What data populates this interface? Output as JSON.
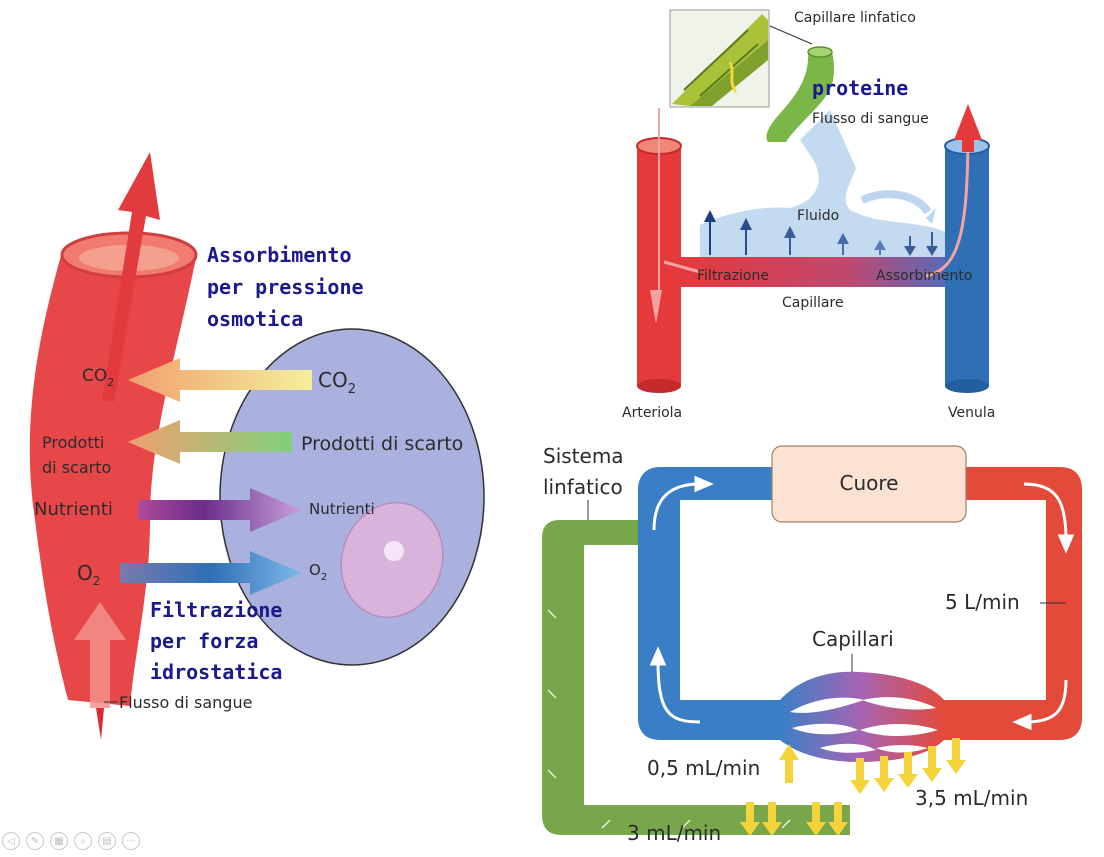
{
  "left_panel": {
    "absorption_note": [
      "Assorbimento",
      "per pressione",
      "osmotica"
    ],
    "filtration_note": [
      "Filtrazione",
      "per forza",
      "idrostatica"
    ],
    "vessel_labels": {
      "co2_main": "CO",
      "co2_sub": "2",
      "waste_line1": "Prodotti",
      "waste_line2": "di scarto",
      "nutrients": "Nutrienti",
      "o2_main": "O",
      "o2_sub": "2"
    },
    "cell_labels": {
      "co2_main": "CO",
      "co2_sub": "2",
      "waste": "Prodotti di scarto",
      "nutrients": "Nutrienti",
      "o2_main": "O",
      "o2_sub": "2"
    },
    "blood_flow": "Flusso di sangue",
    "colors": {
      "vessel": "#e8474a",
      "cell": "#aab1df"
    }
  },
  "top_right": {
    "lymph_capillary": "Capillare linfatico",
    "proteins": "proteine",
    "blood_flow": "Flusso di sangue",
    "fluid": "Fluido",
    "filtration": "Filtrazione",
    "absorption": "Assorbimento",
    "capillary": "Capillare",
    "arteriole": "Arteriola",
    "venule": "Venula",
    "colors": {
      "arteriole": "#e5393b",
      "venule": "#2f6fb6",
      "fluid": "#bcd6ef",
      "lymph": "#7ab648"
    }
  },
  "bottom_right": {
    "lymph_system": [
      "Sistema",
      "linfatico"
    ],
    "heart": "Cuore",
    "flow_5": "5 L/min",
    "capillaries": "Capillari",
    "flow_05": "0,5 mL/min",
    "flow_35": "3,5 mL/min",
    "flow_3": "3 mL/min",
    "colors": {
      "venous": "#3a7fc6",
      "arterial": "#e34a3a",
      "lymph": "#78a64a",
      "heart": "#fbe2d2",
      "arrows": "#f5d33a"
    }
  },
  "toolbar": {
    "buttons": [
      {
        "id": "back",
        "glyph": "◁"
      },
      {
        "id": "pen",
        "glyph": "✎"
      },
      {
        "id": "slides",
        "glyph": "▦"
      },
      {
        "id": "zoom",
        "glyph": "⌕"
      },
      {
        "id": "subtitles",
        "glyph": "▤"
      },
      {
        "id": "more",
        "glyph": "···"
      }
    ]
  }
}
